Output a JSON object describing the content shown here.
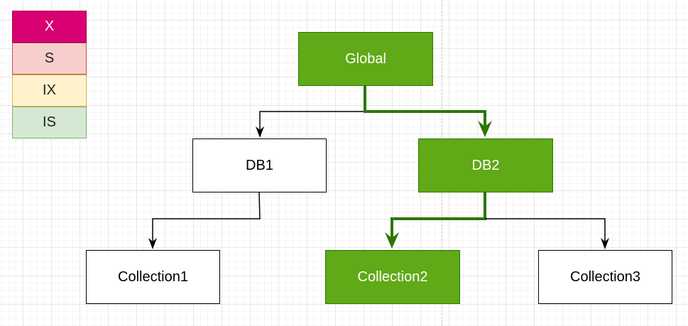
{
  "colors": {
    "locked_fill": "#60a917",
    "locked_stroke": "#2d7600",
    "normal_fill": "#ffffff",
    "normal_stroke": "#000000"
  },
  "legend": [
    {
      "label": "X",
      "fill": "#d80073"
    },
    {
      "label": "S",
      "fill": "#f8cecc"
    },
    {
      "label": "IX",
      "fill": "#fff2cc"
    },
    {
      "label": "IS",
      "fill": "#d5e8d4"
    }
  ],
  "nodes": {
    "global": {
      "label": "Global",
      "locked": true
    },
    "db1": {
      "label": "DB1",
      "locked": false
    },
    "db2": {
      "label": "DB2",
      "locked": true
    },
    "collection1": {
      "label": "Collection1",
      "locked": false
    },
    "collection2": {
      "label": "Collection2",
      "locked": true
    },
    "collection3": {
      "label": "Collection3",
      "locked": false
    }
  },
  "edges": [
    {
      "from": "Global",
      "to": "DB1",
      "locked": false
    },
    {
      "from": "Global",
      "to": "DB2",
      "locked": true
    },
    {
      "from": "DB1",
      "to": "Collection1",
      "locked": false
    },
    {
      "from": "DB2",
      "to": "Collection2",
      "locked": true
    },
    {
      "from": "DB2",
      "to": "Collection3",
      "locked": false
    }
  ]
}
